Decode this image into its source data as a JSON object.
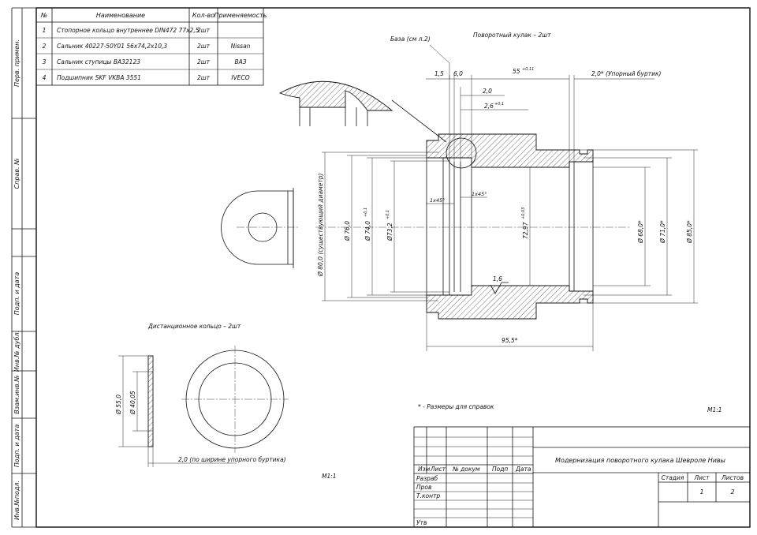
{
  "spec_table": {
    "headers": {
      "num": "№",
      "name": "Наименование",
      "qty": "Кол-во",
      "use": "Применяемость"
    },
    "rows": [
      {
        "num": "1",
        "name": "Стопорное кольцо внутреннее DIN472 77x2,5",
        "qty": "2шт",
        "use": ""
      },
      {
        "num": "2",
        "name": "Сальник 40227-50Y01 56x74,2x10,3",
        "qty": "2шт",
        "use": "Nissan"
      },
      {
        "num": "3",
        "name": "Сальник ступицы ВА32123",
        "qty": "2шт",
        "use": "ВАЗ"
      },
      {
        "num": "4",
        "name": "Подшипник SKF VKBA 3551",
        "qty": "2шт",
        "use": "IVECO"
      }
    ]
  },
  "side_stamp": {
    "labels": [
      "Перв. примен.",
      "Справ. №",
      "Подп. и дата",
      "Инв.№ дубл.",
      "Взам.инв.№",
      "Подп. и дата",
      "Инв.№подл."
    ]
  },
  "main_view": {
    "caption": "Поворотный кулак – 2шт",
    "base_note": "База (см л.2)",
    "dims": {
      "d_155": "1,5",
      "d_60": "6,0",
      "d_55": "55",
      "d_55_tol": "+0,11",
      "d_20_stop": "2,0* (Упорный буртик)",
      "d_20": "2,0",
      "d_26": "2,6",
      "d_26_tol": "+0,1",
      "ch1": "1х45°",
      "ch2": "1х45°",
      "dia80": "Ø 80,0 (существующий диаметр)",
      "dia76": "Ø 76,0",
      "dia74": "Ø 74,0",
      "dia74_tol": "+0,1",
      "dia732": "Ø73,2",
      "dia732_tol": "+0,1",
      "dia7297": "72,97",
      "dia7297_tol": "+0,03",
      "dia68": "Ø 68,0*",
      "dia71": "Ø 71,0*",
      "dia85": "Ø 85,0*",
      "len955": "95,5*",
      "roughness": "1,6"
    }
  },
  "ring_view": {
    "caption": "Дистанционное кольцо – 2шт",
    "dia_outer": "Ø 55,0",
    "dia_inner": "Ø 40,05",
    "width_note": "2,0 (по ширине упорного буртика)"
  },
  "notes": {
    "ref_note": "* - Размеры для справок",
    "scale_right": "М1:1",
    "scale_left": "М1:1"
  },
  "title_block": {
    "doc_title": "Модернизация поворотного кулака Шевроле Нивы",
    "col_izm": "Изм",
    "col_list": "Лист",
    "col_docnum": "№ докум",
    "col_sign": "Подп",
    "col_date": "Дата",
    "row_razrab": "Разраб",
    "row_prov": "Пров",
    "row_tkontr": "Т.контр",
    "row_utv": "Утв",
    "stage_label": "Стадия",
    "sheet_label": "Лист",
    "sheets_label": "Листов",
    "sheet_value": "1",
    "sheets_value": "2"
  },
  "colors": {
    "line": "#111111",
    "paper": "#ffffff"
  }
}
